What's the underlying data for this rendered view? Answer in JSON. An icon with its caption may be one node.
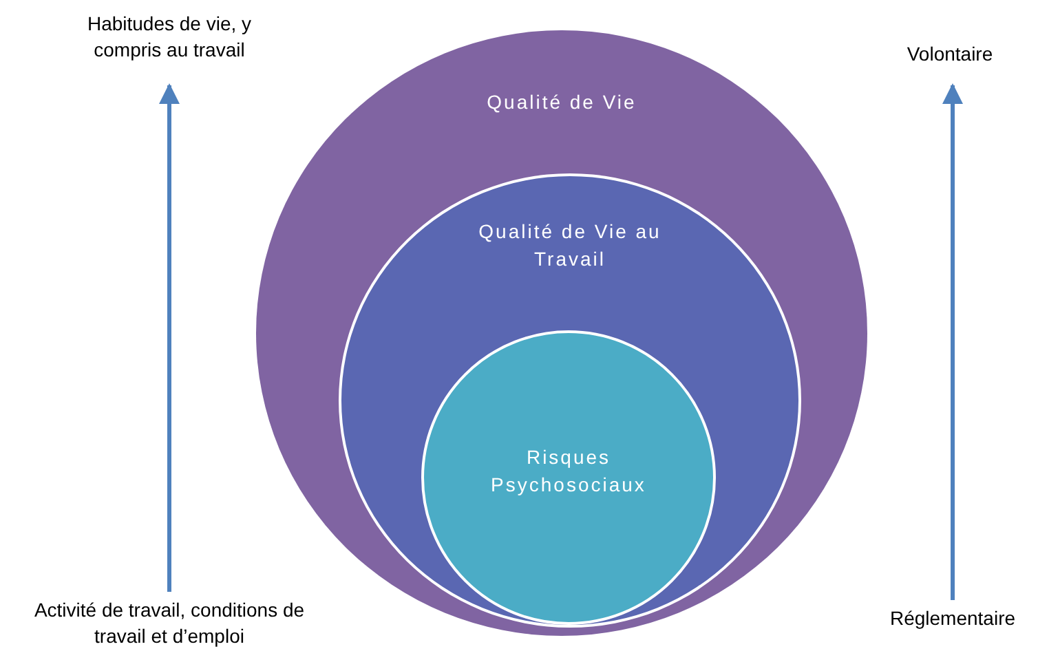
{
  "diagram": {
    "nodes": [
      {
        "text": [
          "Habitudes de vie, y compris au travail"
        ]
      },
      {
        "text": [
          "Volontaire"
        ]
      },
      {
        "text": [
          "Qualité de Vie"
        ]
      },
      {
        "text": [
          "Qualité de Vie au Travail"
        ],
        "in": 2
      },
      {
        "text": [
          "Risques Psychosociaux"
        ],
        "in": 3
      },
      {
        "text": [
          "Activité de travail, conditions de travail et d’emploi"
        ]
      },
      {
        "text": [
          "Réglementaire"
        ]
      }
    ],
    "edges": [
      {
        "from": 5,
        "to": 0,
        "arrow": "to"
      },
      {
        "from": 6,
        "to": 1,
        "arrow": "to"
      }
    ]
  }
}
